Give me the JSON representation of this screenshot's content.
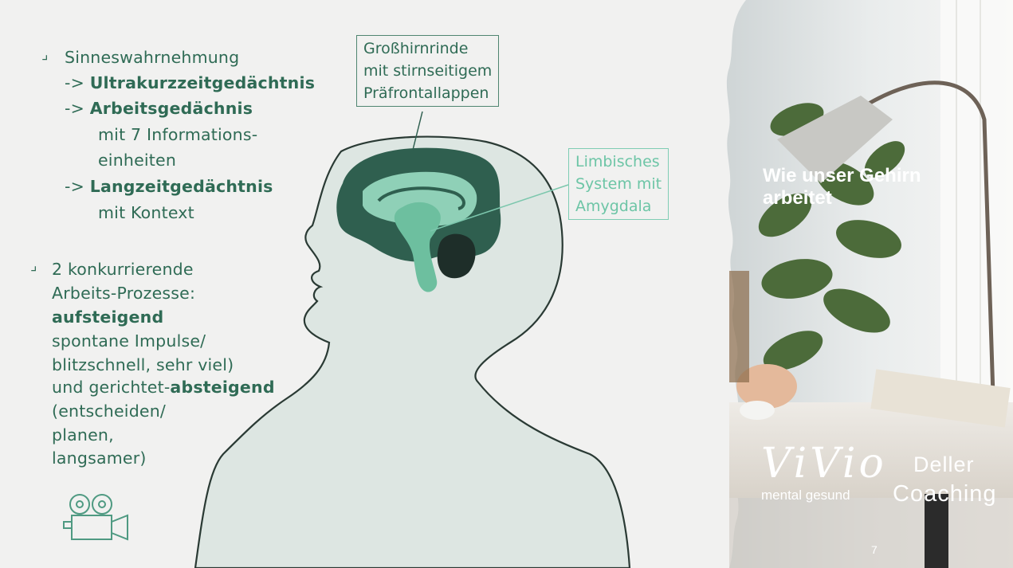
{
  "slide_title": "Wie unser Gehirn arbeitet",
  "slide_title_lines": [
    "Wie unser Gehirn",
    "arbeitet"
  ],
  "page_number": "7",
  "bullet1": {
    "line1": "Sinneswahrnehmung",
    "item1_prefix": "-> ",
    "item1_bold": "Ultrakurzzeitgedächtnis",
    "item2_prefix": "-> ",
    "item2_bold": "Arbeitsgedächnis",
    "item2_sub1": "mit 7 Informations-",
    "item2_sub2": "einheiten",
    "item3_prefix": "-> ",
    "item3_bold": "Langzeitgedächtnis",
    "item3_sub": "mit Kontext"
  },
  "bullet2": {
    "line1": "2 konkurrierende",
    "line2": "Arbeits-Prozesse:",
    "line3_bold": "aufsteigend",
    "line4": "spontane Impulse/",
    "line5": "blitzschnell, sehr viel)",
    "line6_prefix": "und gerichtet-",
    "line6_bold": "absteigend",
    "line7": "(entscheiden/",
    "line8": "planen,",
    "line9": "langsamer)"
  },
  "label_cortex": [
    "Großhirnrinde",
    "mit stirnseitigem",
    "Präfrontallappen"
  ],
  "label_limbic": [
    "Limbisches",
    "System mit",
    "Amygdala"
  ],
  "logo": {
    "vivio": "ViVio",
    "vivio_sub": "mental gesund",
    "deller": "Deller",
    "coaching": "Coaching"
  },
  "icons": {
    "camera": "film-camera-icon",
    "bullet": "check-tick-icon"
  },
  "colors": {
    "dark_green": "#2f6b55",
    "brain_dark": "#2f5f4f",
    "limbic": "#7cc7ad",
    "head_fill": "#dde6e2",
    "background": "#f1f1f0"
  }
}
